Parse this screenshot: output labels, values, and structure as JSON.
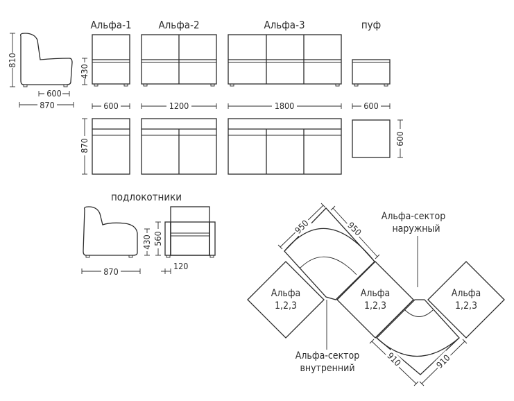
{
  "titles": {
    "alfa1": "Альфа-1",
    "alfa2": "Альфа-2",
    "alfa3": "Альфа-3",
    "puf": "пуф",
    "armrests": "подлокотники"
  },
  "dims": {
    "side_height": "810",
    "side_depth_seat": "600",
    "side_depth": "870",
    "seat_height": "430",
    "w_600": "600",
    "w_1200": "1200",
    "w_1800": "1800",
    "w_puf": "600",
    "plan_depth": "870",
    "puf_depth": "600",
    "arm_430": "430",
    "arm_560": "560",
    "arm_depth": "870",
    "arm_width": "120",
    "sector_950_a": "950",
    "sector_950_b": "950",
    "sector_910_a": "910",
    "sector_910_b": "910"
  },
  "blocks": {
    "b1_l1": "Альфа",
    "b1_l2": "1,2,3",
    "b2_l1": "Альфа",
    "b2_l2": "1,2,3",
    "b3_l1": "Альфа",
    "b3_l2": "1,2,3"
  },
  "sectors": {
    "outer_l1": "Альфа-сектор",
    "outer_l2": "наружный",
    "inner_l1": "Альфа-сектор",
    "inner_l2": "внутренний"
  }
}
